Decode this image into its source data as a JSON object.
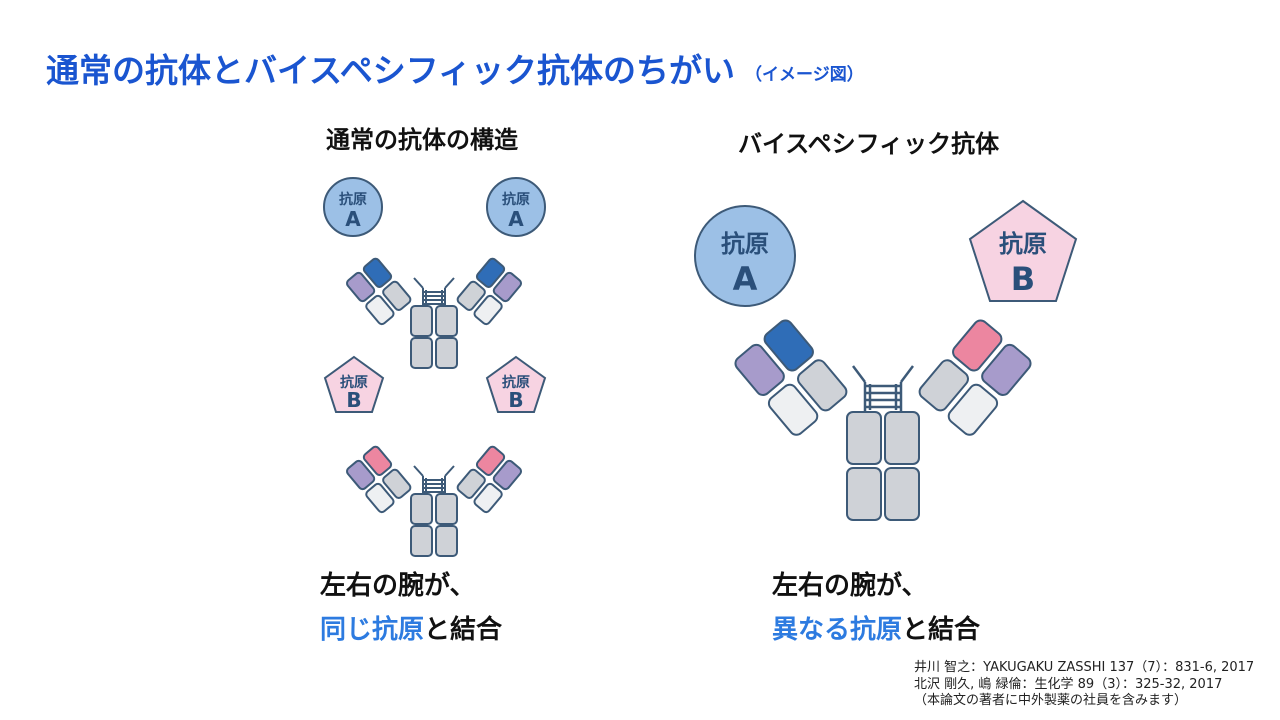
{
  "slide": {
    "title": "通常の抗体とバイスペシフィック抗体のちがい",
    "title_note": "（イメージ図）"
  },
  "left": {
    "heading": "通常の抗体の構造",
    "antibody_top": {
      "antigen_left": {
        "name": "抗原",
        "letter": "A"
      },
      "antigen_right": {
        "name": "抗原",
        "letter": "A"
      }
    },
    "antibody_bottom": {
      "antigen_left": {
        "name": "抗原",
        "letter": "B"
      },
      "antigen_right": {
        "name": "抗原",
        "letter": "B"
      }
    },
    "caption_line1": "左右の腕が、",
    "caption_highlight": "同じ抗原",
    "caption_rest": "と結合"
  },
  "right": {
    "heading": "バイスペシフィック抗体",
    "antigen_a": {
      "name": "抗原",
      "letter": "A"
    },
    "antigen_b": {
      "name": "抗原",
      "letter": "B"
    },
    "caption_line1": "左右の腕が、",
    "caption_highlight": "異なる抗原",
    "caption_rest": "と結合"
  },
  "references": [
    "井川 智之：YAKUGAKU ZASSHI 137（7）：831-6, 2017",
    "北沢 剛久, 嶋 緑倫：生化学 89（3）：325-32, 2017",
    "（本論文の著者に中外製薬の社員を含みます）"
  ],
  "colors": {
    "title": "#1a55d0",
    "highlight": "#2d7be0",
    "antigen_a_fill": "#9cc0e6",
    "antigen_b_fill": "#f7d3e2",
    "dark_blue_domain": "#2f6db7",
    "pink_domain": "#ec86a0",
    "purple_domain": "#a79bcb",
    "gray_domain": "#cfd2d7",
    "light_domain": "#eef0f2",
    "outline": "#3d5a78"
  }
}
